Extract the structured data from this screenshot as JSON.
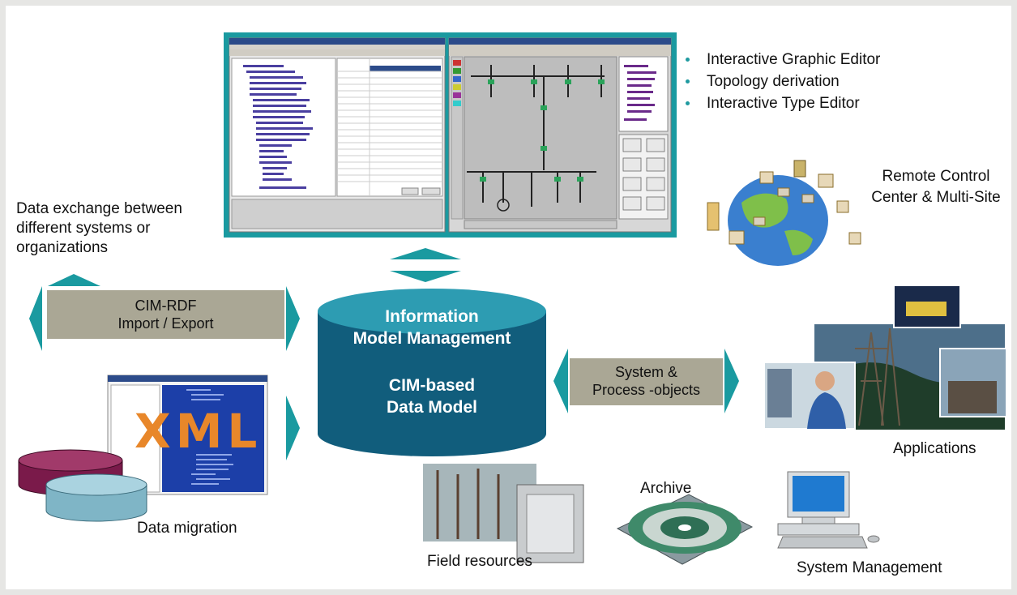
{
  "bullets": [
    "Interactive Graphic Editor",
    "Topology derivation",
    "Interactive Type Editor"
  ],
  "labels": {
    "data_exchange": [
      "Data exchange between",
      "different systems or",
      "organizations"
    ],
    "remote_control": [
      "Remote Control",
      "Center & Multi-Site"
    ],
    "cim_rdf": [
      "CIM-RDF",
      "Import / Export"
    ],
    "system_process": [
      "System &",
      "Process -objects"
    ],
    "applications": "Applications",
    "data_migration": "Data migration",
    "field_resources": "Field resources",
    "archive": "Archive",
    "system_management": "System Management",
    "xml_logo": "XML"
  },
  "cylinder": {
    "title": [
      "Information",
      "Model Management"
    ],
    "subtitle": [
      "CIM-based",
      "Data Model"
    ]
  },
  "colors": {
    "teal": "#1a9aa0",
    "cylinder_top": "#2d9cb2",
    "cylinder_body": "#115d7c",
    "gray_box": "#aaa795",
    "background": "#e6e6e4"
  }
}
